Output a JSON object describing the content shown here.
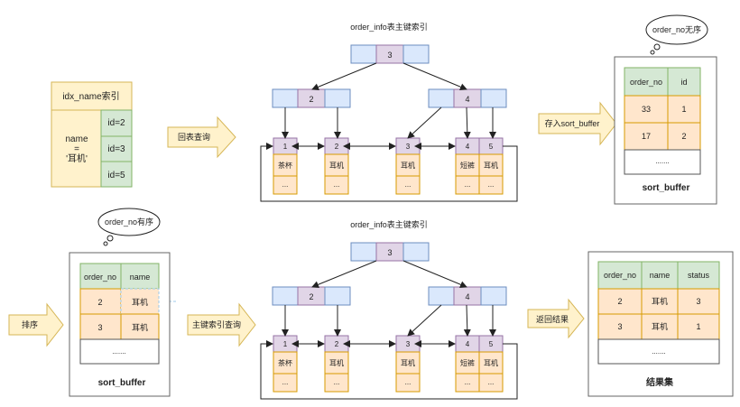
{
  "colors": {
    "node_blue": "#dae8fc",
    "node_blue_border": "#6c8ebf",
    "node_purple": "#e1d5e7",
    "node_purple_border": "#9673a6",
    "leaf_orange": "#ffe6cc",
    "leaf_orange_border": "#d79b00",
    "green": "#d5e8d4",
    "green_border": "#82b366",
    "yellow": "#fff2cc",
    "yellow_border": "#d6b656",
    "arrow_fill": "#fff2cc",
    "arrow_border": "#d6b656"
  },
  "index_panel": {
    "title": "idx_name索引",
    "key_lines": [
      "name",
      "=",
      "'耳机'"
    ],
    "ids": [
      "id=2",
      "id=3",
      "id=5"
    ]
  },
  "arrows": {
    "back_to_table": "回表查询",
    "store_sort_buffer": "存入sort_buffer",
    "sort": "排序",
    "pk_query": "主键索引查询",
    "return_result": "返回结果"
  },
  "tree_top": {
    "title": "order_info表主键索引",
    "root": "3",
    "internal": [
      "2",
      "4"
    ],
    "leaves": [
      {
        "key": "1",
        "name": "茶杯",
        "more": "..."
      },
      {
        "key": "2",
        "name": "耳机",
        "more": "..."
      },
      {
        "key": "3",
        "name": "耳机",
        "more": "..."
      },
      {
        "key": "4",
        "name": "短裤",
        "more": "..."
      },
      {
        "key": "5",
        "name": "耳机",
        "more": "..."
      }
    ]
  },
  "tree_bottom": {
    "title": "order_info表主键索引",
    "root": "3",
    "internal": [
      "2",
      "4"
    ],
    "leaves": [
      {
        "key": "1",
        "name": "茶杯",
        "more": "..."
      },
      {
        "key": "2",
        "name": "耳机",
        "more": "..."
      },
      {
        "key": "3",
        "name": "耳机",
        "more": "..."
      },
      {
        "key": "4",
        "name": "短裤",
        "more": "..."
      },
      {
        "key": "5",
        "name": "耳机",
        "more": "..."
      }
    ]
  },
  "sort_buffer_top": {
    "bubble": "order_no无序",
    "headers": [
      "order_no",
      "id"
    ],
    "rows": [
      [
        "33",
        "1"
      ],
      [
        "17",
        "2"
      ]
    ],
    "more": ".......",
    "caption": "sort_buffer"
  },
  "sort_buffer_bottom": {
    "bubble": "order_no有序",
    "headers": [
      "order_no",
      "name"
    ],
    "rows": [
      [
        "2",
        "耳机"
      ],
      [
        "3",
        "耳机"
      ]
    ],
    "more": ".......",
    "caption": "sort_buffer"
  },
  "result_set": {
    "headers": [
      "order_no",
      "name",
      "status"
    ],
    "rows": [
      [
        "2",
        "耳机",
        "3"
      ],
      [
        "3",
        "耳机",
        "1"
      ]
    ],
    "more": ".......",
    "caption": "结果集"
  }
}
